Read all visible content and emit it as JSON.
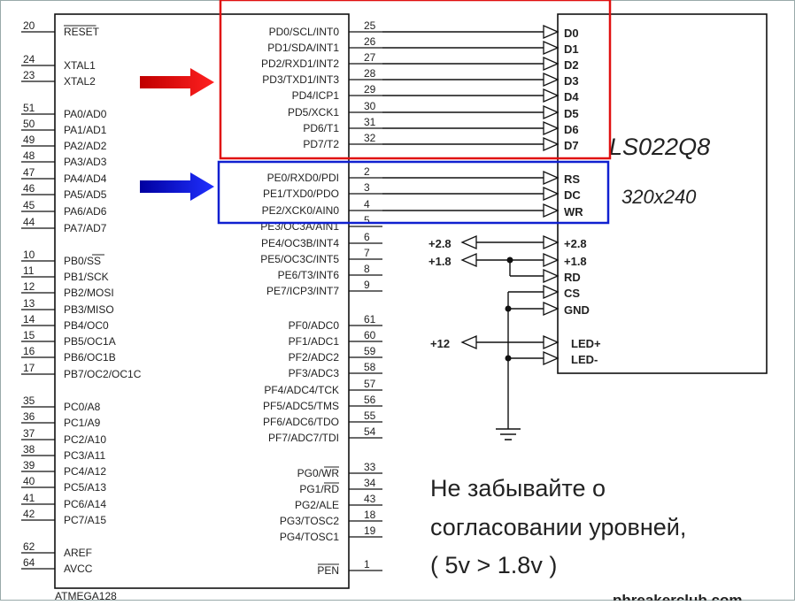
{
  "mcu": {
    "name": "ATMEGA128",
    "left_pins": [
      {
        "num": "20",
        "label": "RESET",
        "overline": true
      },
      {
        "num": "24",
        "label": "XTAL1"
      },
      {
        "num": "23",
        "label": "XTAL2"
      },
      {
        "num": "51",
        "label": "PA0/AD0"
      },
      {
        "num": "50",
        "label": "PA1/AD1"
      },
      {
        "num": "49",
        "label": "PA2/AD2"
      },
      {
        "num": "48",
        "label": "PA3/AD3"
      },
      {
        "num": "47",
        "label": "PA4/AD4"
      },
      {
        "num": "46",
        "label": "PA5/AD5"
      },
      {
        "num": "45",
        "label": "PA6/AD6"
      },
      {
        "num": "44",
        "label": "PA7/AD7"
      },
      {
        "num": "10",
        "label": "PB0/SS"
      },
      {
        "num": "11",
        "label": "PB1/SCK"
      },
      {
        "num": "12",
        "label": "PB2/MOSI"
      },
      {
        "num": "13",
        "label": "PB3/MISO"
      },
      {
        "num": "14",
        "label": "PB4/OC0"
      },
      {
        "num": "15",
        "label": "PB5/OC1A"
      },
      {
        "num": "16",
        "label": "PB6/OC1B"
      },
      {
        "num": "17",
        "label": "PB7/OC2/OC1C"
      },
      {
        "num": "35",
        "label": "PC0/A8"
      },
      {
        "num": "36",
        "label": "PC1/A9"
      },
      {
        "num": "37",
        "label": "PC2/A10"
      },
      {
        "num": "38",
        "label": "PC3/A11"
      },
      {
        "num": "39",
        "label": "PC4/A12"
      },
      {
        "num": "40",
        "label": "PC5/A13"
      },
      {
        "num": "41",
        "label": "PC6/A14"
      },
      {
        "num": "42",
        "label": "PC7/A15"
      },
      {
        "num": "62",
        "label": "AREF"
      },
      {
        "num": "64",
        "label": "AVCC"
      }
    ],
    "right_pins": [
      {
        "num": "25",
        "label": "PD0/SCL/INT0"
      },
      {
        "num": "26",
        "label": "PD1/SDA/INT1"
      },
      {
        "num": "27",
        "label": "PD2/RXD1/INT2"
      },
      {
        "num": "28",
        "label": "PD3/TXD1/INT3"
      },
      {
        "num": "29",
        "label": "PD4/ICP1"
      },
      {
        "num": "30",
        "label": "PD5/XCK1"
      },
      {
        "num": "31",
        "label": "PD6/T1"
      },
      {
        "num": "32",
        "label": "PD7/T2"
      },
      {
        "num": "2",
        "label": "PE0/RXD0/PDI"
      },
      {
        "num": "3",
        "label": "PE1/TXD0/PDO"
      },
      {
        "num": "4",
        "label": "PE2/XCK0/AIN0"
      },
      {
        "num": "5",
        "label": "PE3/OC3A/AIN1"
      },
      {
        "num": "6",
        "label": "PE4/OC3B/INT4"
      },
      {
        "num": "7",
        "label": "PE5/OC3C/INT5"
      },
      {
        "num": "8",
        "label": "PE6/T3/INT6"
      },
      {
        "num": "9",
        "label": "PE7/ICP3/INT7"
      },
      {
        "num": "61",
        "label": "PF0/ADC0"
      },
      {
        "num": "60",
        "label": "PF1/ADC1"
      },
      {
        "num": "59",
        "label": "PF2/ADC2"
      },
      {
        "num": "58",
        "label": "PF3/ADC3"
      },
      {
        "num": "57",
        "label": "PF4/ADC4/TCK"
      },
      {
        "num": "56",
        "label": "PF5/ADC5/TMS"
      },
      {
        "num": "55",
        "label": "PF6/ADC6/TDO"
      },
      {
        "num": "54",
        "label": "PF7/ADC7/TDI"
      },
      {
        "num": "33",
        "label": "PG0/WR",
        "overline_part": "WR"
      },
      {
        "num": "34",
        "label": "PG1/RD",
        "overline_part": "RD"
      },
      {
        "num": "43",
        "label": "PG2/ALE"
      },
      {
        "num": "18",
        "label": "PG3/TOSC2"
      },
      {
        "num": "19",
        "label": "PG4/TOSC1"
      },
      {
        "num": "1",
        "label": "PEN",
        "overline": true
      }
    ]
  },
  "lcd": {
    "model": "LS022Q8",
    "resolution": "320x240",
    "data_pins": [
      "D0",
      "D1",
      "D2",
      "D3",
      "D4",
      "D5",
      "D6",
      "D7"
    ],
    "control_pins": [
      "RS",
      "DC",
      "WR"
    ],
    "power_pins": [
      "+2.8",
      "+1.8",
      "RD",
      "CS",
      "GND",
      "LED+",
      "LED-"
    ]
  },
  "power_labels": {
    "v28": "+2.8",
    "v18": "+1.8",
    "v12": "+12"
  },
  "note_lines": [
    "Не забывайте о",
    "согласовании уровней,",
    "( 5v > 1.8v )"
  ],
  "watermark": "phreakerclub.com",
  "colors": {
    "highlight_data": "#e01010",
    "highlight_control": "#1020d0",
    "wire": "#111111"
  }
}
